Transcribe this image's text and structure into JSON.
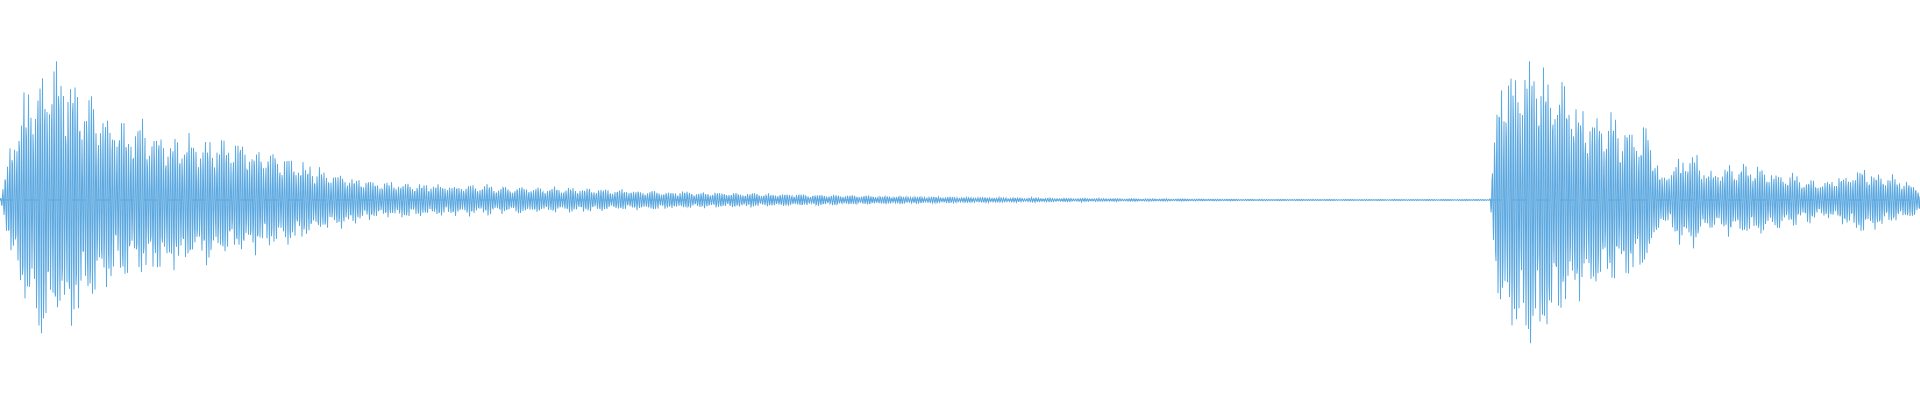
{
  "waveform": {
    "color": "#5ca8e0",
    "envelope": [
      [
        0.0,
        0.0
      ],
      [
        0.01,
        0.65
      ],
      [
        0.025,
        0.95
      ],
      [
        0.04,
        0.8
      ],
      [
        0.06,
        0.55
      ],
      [
        0.09,
        0.45
      ],
      [
        0.12,
        0.4
      ],
      [
        0.15,
        0.3
      ],
      [
        0.17,
        0.2
      ],
      [
        0.2,
        0.12
      ],
      [
        0.25,
        0.1
      ],
      [
        0.3,
        0.08
      ],
      [
        0.35,
        0.06
      ],
      [
        0.4,
        0.045
      ],
      [
        0.45,
        0.03
      ],
      [
        0.5,
        0.02
      ],
      [
        0.55,
        0.012
      ],
      [
        0.6,
        0.008
      ],
      [
        0.65,
        0.005
      ],
      [
        0.7,
        0.004
      ],
      [
        0.74,
        0.004
      ],
      [
        0.776,
        0.004
      ],
      [
        0.781,
        0.85
      ],
      [
        0.8,
        1.0
      ],
      [
        0.82,
        0.7
      ],
      [
        0.84,
        0.55
      ],
      [
        0.86,
        0.45
      ],
      [
        0.865,
        0.15
      ],
      [
        0.88,
        0.35
      ],
      [
        0.89,
        0.2
      ],
      [
        0.91,
        0.25
      ],
      [
        0.93,
        0.18
      ],
      [
        0.95,
        0.12
      ],
      [
        0.97,
        0.22
      ],
      [
        0.99,
        0.14
      ],
      [
        1.0,
        0.1
      ]
    ]
  }
}
